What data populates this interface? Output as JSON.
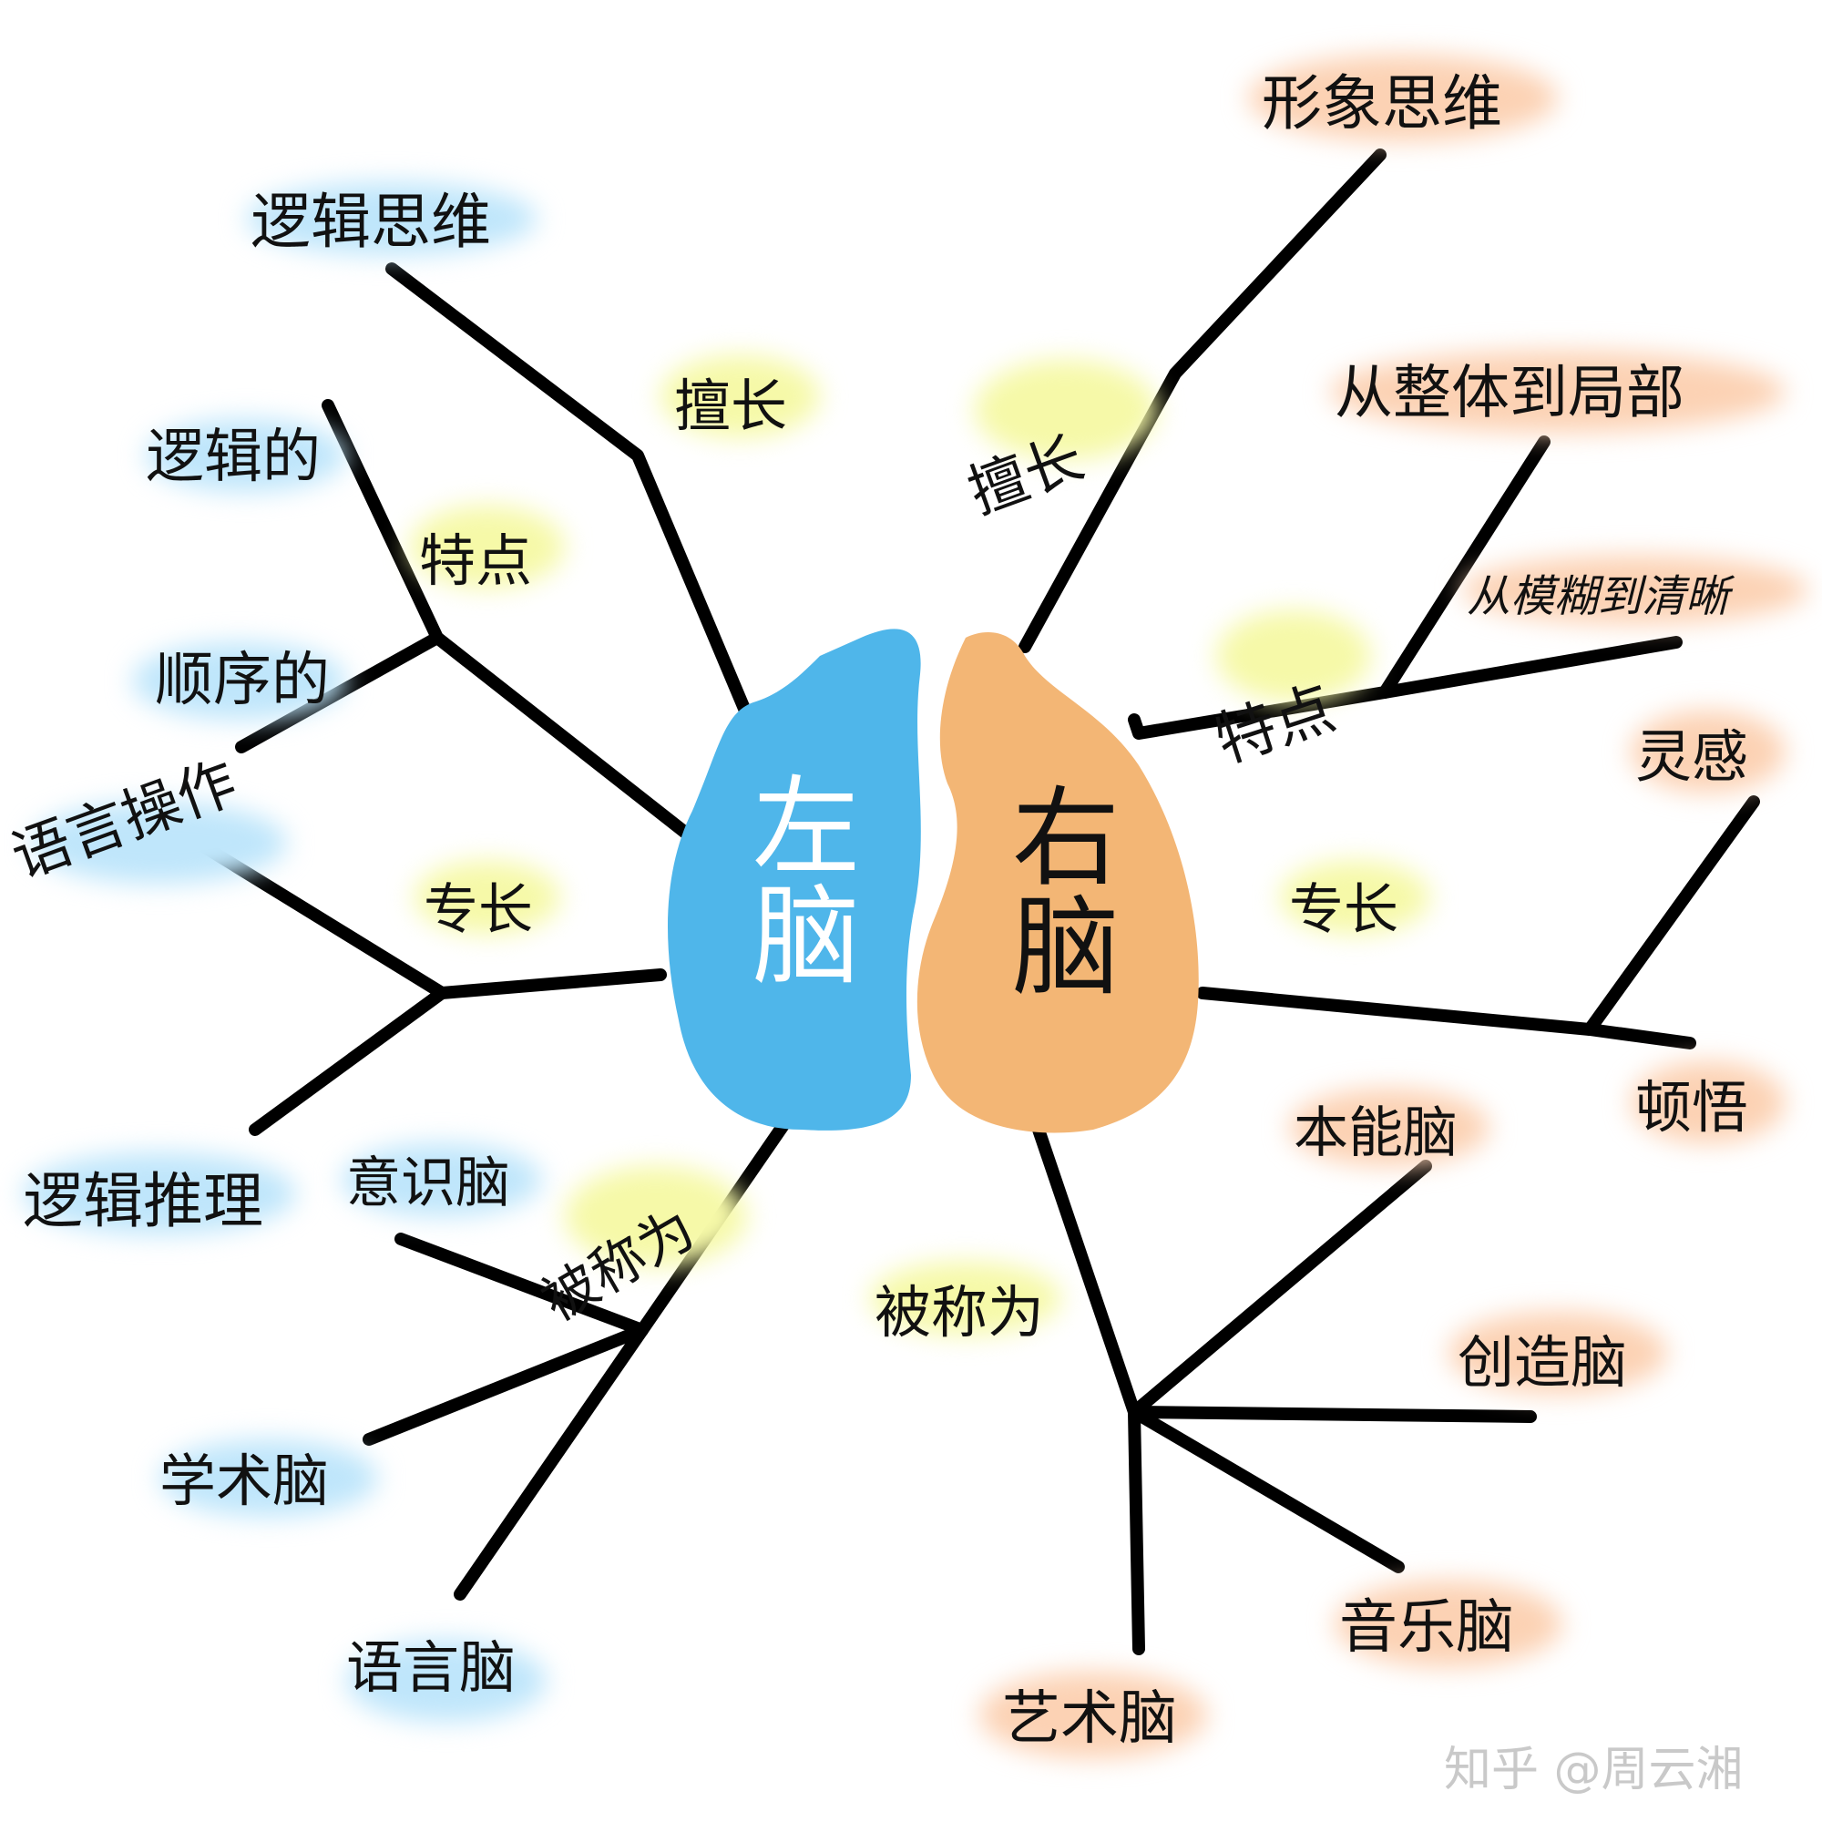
{
  "brain": {
    "left_lobe": {
      "line1": "左",
      "line2": "脑",
      "color": "#4fb6ea",
      "text_color": "#ffffff"
    },
    "right_lobe": {
      "line1": "右",
      "line2": "脑",
      "color": "#f3b675",
      "text_color": "#111111"
    }
  },
  "left": {
    "good_at": {
      "relation": "擅长",
      "item": "逻辑思维"
    },
    "traits": {
      "relation": "特点",
      "items": [
        "逻辑的",
        "顺序的"
      ]
    },
    "skills": {
      "relation": "专长",
      "items": [
        "语言操作",
        "逻辑推理"
      ]
    },
    "called": {
      "relation": "被称为",
      "items": [
        "意识脑",
        "学术脑",
        "语言脑"
      ]
    }
  },
  "right": {
    "good_at": {
      "relation": "擅长",
      "item": "形象思维"
    },
    "traits": {
      "relation": "特点",
      "items": [
        "从整体到局部",
        "从模糊到清晰"
      ]
    },
    "skills": {
      "relation": "专长",
      "items": [
        "灵感",
        "顿悟"
      ]
    },
    "called": {
      "relation": "被称为",
      "items": [
        "本能脑",
        "创造脑",
        "音乐脑",
        "艺术脑"
      ]
    }
  },
  "highlight_colors": {
    "left_items": "#bfe6fb",
    "right_items": "#fcd2b4",
    "relations": "#f6f9a8"
  },
  "watermark": "知乎 @周云湘"
}
